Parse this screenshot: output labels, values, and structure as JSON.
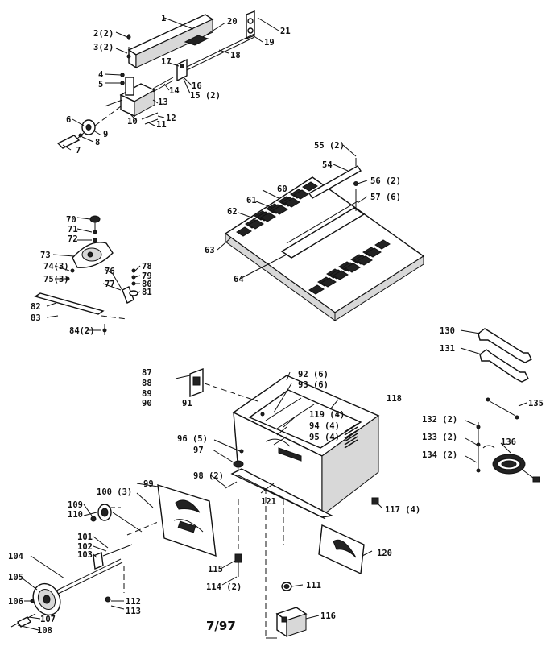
{
  "diagram": {
    "callouts": [
      "1",
      "2(2)",
      "3(2)",
      "4",
      "5",
      "6",
      "7",
      "8",
      "9",
      "10",
      "11",
      "12",
      "13",
      "14",
      "15 (2)",
      "16",
      "17",
      "18",
      "19",
      "20",
      "21",
      "55 (2)",
      "54",
      "56 (2)",
      "57 (6)",
      "60",
      "61",
      "62",
      "63",
      "64",
      "70",
      "71",
      "72",
      "73",
      "74(3)",
      "75(3)",
      "76",
      "77",
      "78",
      "79",
      "80",
      "81",
      "82",
      "83",
      "84(2)",
      "130",
      "131",
      "135",
      "132 (2)",
      "133 (2)",
      "134 (2)",
      "136",
      "87",
      "88",
      "89",
      "90",
      "91",
      "92 (6)",
      "93 (6)",
      "118",
      "119 (4)",
      "94 (4)",
      "95 (4)",
      "96 (5)",
      "97",
      "98 (2)",
      "99",
      "100 (3)",
      "121",
      "117 (4)",
      "109",
      "110",
      "101",
      "102",
      "103",
      "104",
      "105",
      "106",
      "107",
      "108",
      "115",
      "114 (2)",
      "112",
      "113",
      "111",
      "116",
      "120"
    ],
    "footer": "7/97"
  }
}
